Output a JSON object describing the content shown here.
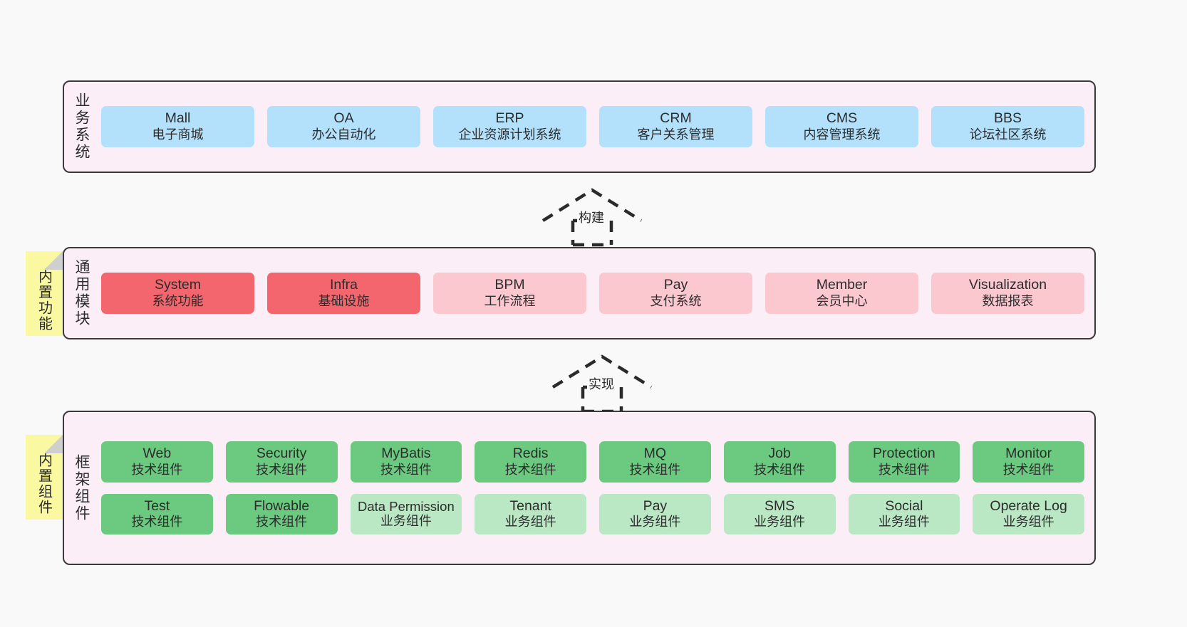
{
  "diagram": {
    "background": "#f9f9f9",
    "panel_bg": "#fbeef7",
    "panel_border": "#3a3a3a",
    "sticky_bg": "#faf8a0"
  },
  "layers": [
    {
      "id": "business-system",
      "label": "业务系统",
      "rows": [
        [
          {
            "en": "Mall",
            "cn": "电子商城",
            "color": "#b3e0fb"
          },
          {
            "en": "OA",
            "cn": "办公自动化",
            "color": "#b3e0fb"
          },
          {
            "en": "ERP",
            "cn": "企业资源计划系统",
            "color": "#b3e0fb"
          },
          {
            "en": "CRM",
            "cn": "客户关系管理",
            "color": "#b3e0fb"
          },
          {
            "en": "CMS",
            "cn": "内容管理系统",
            "color": "#b3e0fb"
          },
          {
            "en": "BBS",
            "cn": "论坛社区系统",
            "color": "#b3e0fb"
          }
        ]
      ]
    },
    {
      "id": "common-module",
      "label": "通用模块",
      "sticky": "内置功能",
      "rows": [
        [
          {
            "en": "System",
            "cn": "系统功能",
            "color": "#f4666d"
          },
          {
            "en": "Infra",
            "cn": "基础设施",
            "color": "#f4666d"
          },
          {
            "en": "BPM",
            "cn": "工作流程",
            "color": "#fcc8d0"
          },
          {
            "en": "Pay",
            "cn": "支付系统",
            "color": "#fcc8d0"
          },
          {
            "en": "Member",
            "cn": "会员中心",
            "color": "#fcc8d0"
          },
          {
            "en": "Visualization",
            "cn": "数据报表",
            "color": "#fcc8d0"
          }
        ]
      ]
    },
    {
      "id": "framework-component",
      "label": "框架组件",
      "sticky": "内置组件",
      "rows": [
        [
          {
            "en": "Web",
            "cn": "技术组件",
            "color": "#6bca80"
          },
          {
            "en": "Security",
            "cn": "技术组件",
            "color": "#6bca80"
          },
          {
            "en": "MyBatis",
            "cn": "技术组件",
            "color": "#6bca80"
          },
          {
            "en": "Redis",
            "cn": "技术组件",
            "color": "#6bca80"
          },
          {
            "en": "MQ",
            "cn": "技术组件",
            "color": "#6bca80"
          },
          {
            "en": "Job",
            "cn": "技术组件",
            "color": "#6bca80"
          },
          {
            "en": "Protection",
            "cn": "技术组件",
            "color": "#6bca80"
          },
          {
            "en": "Monitor",
            "cn": "技术组件",
            "color": "#6bca80"
          }
        ],
        [
          {
            "en": "Test",
            "cn": "技术组件",
            "color": "#6bca80"
          },
          {
            "en": "Flowable",
            "cn": "技术组件",
            "color": "#6bca80"
          },
          {
            "en": "Data Permission",
            "cn": "业务组件",
            "color": "#bbe8c4"
          },
          {
            "en": "Tenant",
            "cn": "业务组件",
            "color": "#bbe8c4"
          },
          {
            "en": "Pay",
            "cn": "业务组件",
            "color": "#bbe8c4"
          },
          {
            "en": "SMS",
            "cn": "业务组件",
            "color": "#bbe8c4"
          },
          {
            "en": "Social",
            "cn": "业务组件",
            "color": "#bbe8c4"
          },
          {
            "en": "Operate Log",
            "cn": "业务组件",
            "color": "#bbe8c4"
          }
        ]
      ]
    }
  ],
  "connectors": [
    {
      "id": "build",
      "label": "构建"
    },
    {
      "id": "implement",
      "label": "实现"
    }
  ]
}
